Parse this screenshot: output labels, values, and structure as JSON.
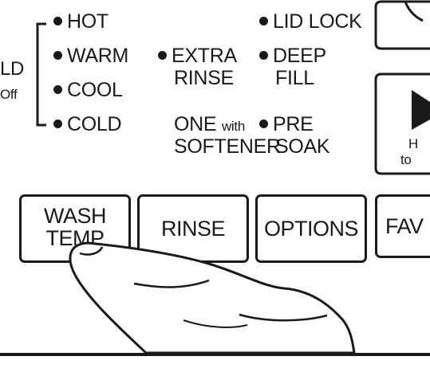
{
  "left_partial": {
    "line1": "LD",
    "line2": "Off"
  },
  "temp_options": [
    {
      "label": "HOT"
    },
    {
      "label": "WARM"
    },
    {
      "label": "COOL"
    },
    {
      "label": "COLD"
    }
  ],
  "rinse_option": {
    "line1": "EXTRA",
    "line2": "RINSE"
  },
  "one_softener": {
    "one": "ONE",
    "with": "with",
    "softener": "SOFTENER"
  },
  "right_options": {
    "lid_lock": "LID LOCK",
    "deep_fill": {
      "line1": "DEEP",
      "line2": "FILL"
    },
    "pre_soak": {
      "line1": "PRE",
      "line2": "SOAK"
    }
  },
  "right_partial": {
    "line1": "H",
    "line2": "to"
  },
  "buttons": {
    "wash_temp": {
      "line1": "WASH",
      "line2": "TEMP"
    },
    "rinse": "RINSE",
    "options": "OPTIONS",
    "fav": "FAV"
  }
}
